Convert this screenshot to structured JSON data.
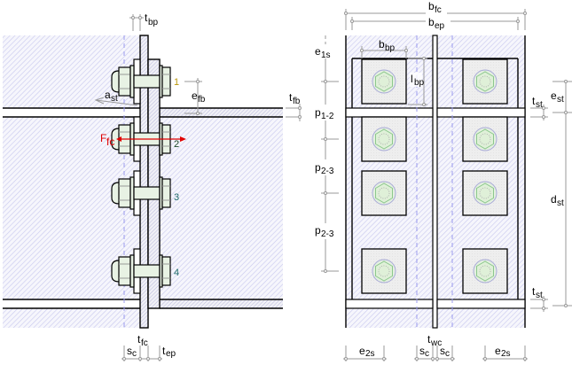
{
  "figure": {
    "title": "Bolted end-plate beam-to-column connection with stiffeners",
    "colors": {
      "outline": "#000000",
      "hatch": "#c8c8ee",
      "dimension_line": "#9a9a9a",
      "axis_dash": "#9a9aee",
      "force": "#e00000",
      "bolt_fill": "#e8f2e4",
      "plate_fill": "#eeeeee",
      "bolt_number": "#1e6a6a"
    }
  },
  "side_view": {
    "labels": {
      "t_bp": {
        "main": "t",
        "sub": "bp"
      },
      "a_st": {
        "main": "a",
        "sub": "st"
      },
      "e_fb": {
        "main": "e",
        "sub": "fb"
      },
      "t_fb": {
        "main": "t",
        "sub": "fb"
      },
      "F_fc": {
        "main": "F",
        "sub": "fc"
      },
      "t_fc": {
        "main": "t",
        "sub": "fc"
      },
      "s_c": {
        "main": "s",
        "sub": "c"
      },
      "t_ep": {
        "main": "t",
        "sub": "ep"
      }
    },
    "bolt_numbers": [
      "1",
      "2",
      "3",
      "4"
    ]
  },
  "front_view": {
    "labels": {
      "b_fc": {
        "main": "b",
        "sub": "fc"
      },
      "b_ep": {
        "main": "b",
        "sub": "ep"
      },
      "b_bp": {
        "main": "b",
        "sub": "bp"
      },
      "l_bp": {
        "main": "l",
        "sub": "bp"
      },
      "e_1s": {
        "main": "e",
        "sub": "1s"
      },
      "p_1_2": {
        "main": "p",
        "sub": "1-2"
      },
      "p_2_3a": {
        "main": "p",
        "sub": "2-3"
      },
      "p_2_3b": {
        "main": "p",
        "sub": "2-3"
      },
      "t_st_top": {
        "main": "t",
        "sub": "st"
      },
      "e_st": {
        "main": "e",
        "sub": "st"
      },
      "d_st": {
        "main": "d",
        "sub": "st"
      },
      "t_st_bottom": {
        "main": "t",
        "sub": "st"
      },
      "t_wc": {
        "main": "t",
        "sub": "wc"
      },
      "e_2s_left": {
        "main": "e",
        "sub": "2s"
      },
      "s_c_left": {
        "main": "s",
        "sub": "c"
      },
      "s_c_right": {
        "main": "s",
        "sub": "c"
      },
      "e_2s_right": {
        "main": "e",
        "sub": "2s"
      }
    }
  }
}
